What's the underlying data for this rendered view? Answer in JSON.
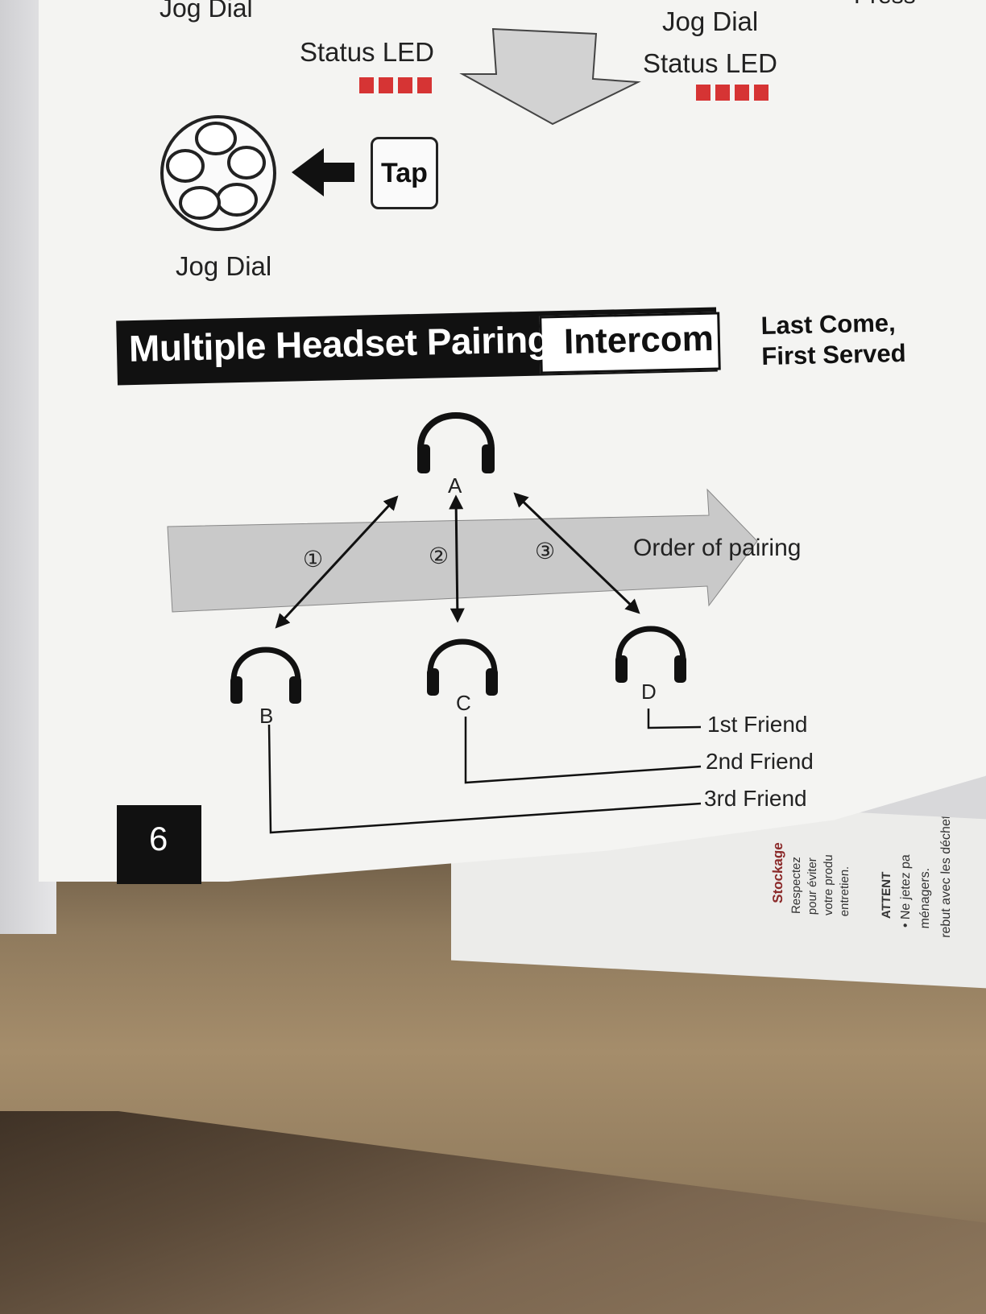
{
  "top": {
    "jog_dial_top_left": "Jog Dial",
    "status_led_left": "Status LED",
    "jog_dial_top_right": "Jog Dial",
    "status_led_right": "Status LED",
    "press_partial": "Press",
    "tap_button": "Tap",
    "jog_dial_bottom": "Jog Dial"
  },
  "section": {
    "title": "Multiple Headset Pairing",
    "subtitle": "Intercom",
    "note_line1": "Last Come,",
    "note_line2": "First Served"
  },
  "diagram": {
    "headsets": [
      "A",
      "B",
      "C",
      "D"
    ],
    "steps": [
      "①",
      "②",
      "③"
    ],
    "arrow_label": "Order of pairing",
    "friends": [
      "1st Friend",
      "2nd Friend",
      "3rd Friend"
    ]
  },
  "page_number": "6",
  "back_page_text": [
    "Stockage",
    "Respectez",
    "pour éviter",
    "votre produ",
    "entretien.",
    "ATTENT",
    "• Ne jetez pa",
    "ménagers.",
    "rebut avec les déchets municipaux"
  ],
  "colors": {
    "led_red": "#d63434",
    "ink": "#111111",
    "arrow_band": "#c9c9c9",
    "cardboard": "#a58d6b"
  },
  "icons": [
    "jog-dial-icon",
    "left-arrow-icon",
    "down-arrow-icon",
    "headset-icon"
  ]
}
